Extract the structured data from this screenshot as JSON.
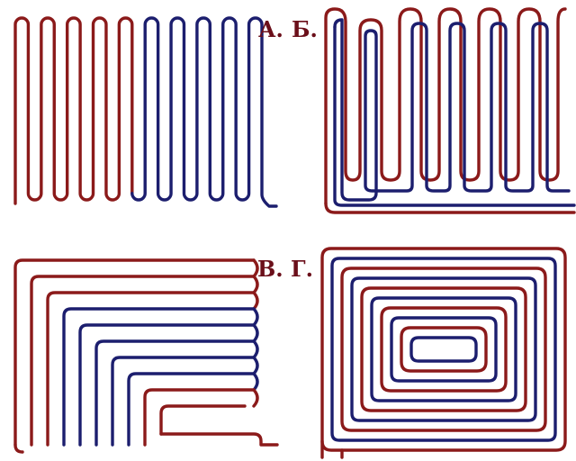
{
  "labels": {
    "a": "А.",
    "b": "Б.",
    "c": "В.",
    "d": "Г."
  },
  "colors": {
    "supply": "#8b1a1a",
    "return": "#1c1e6e",
    "label": "#6b0f1a"
  },
  "diagrams": [
    {
      "id": "a",
      "pattern": "serpentine"
    },
    {
      "id": "b",
      "pattern": "double-serpentine"
    },
    {
      "id": "c",
      "pattern": "corner-serpentine"
    },
    {
      "id": "d",
      "pattern": "spiral"
    }
  ]
}
